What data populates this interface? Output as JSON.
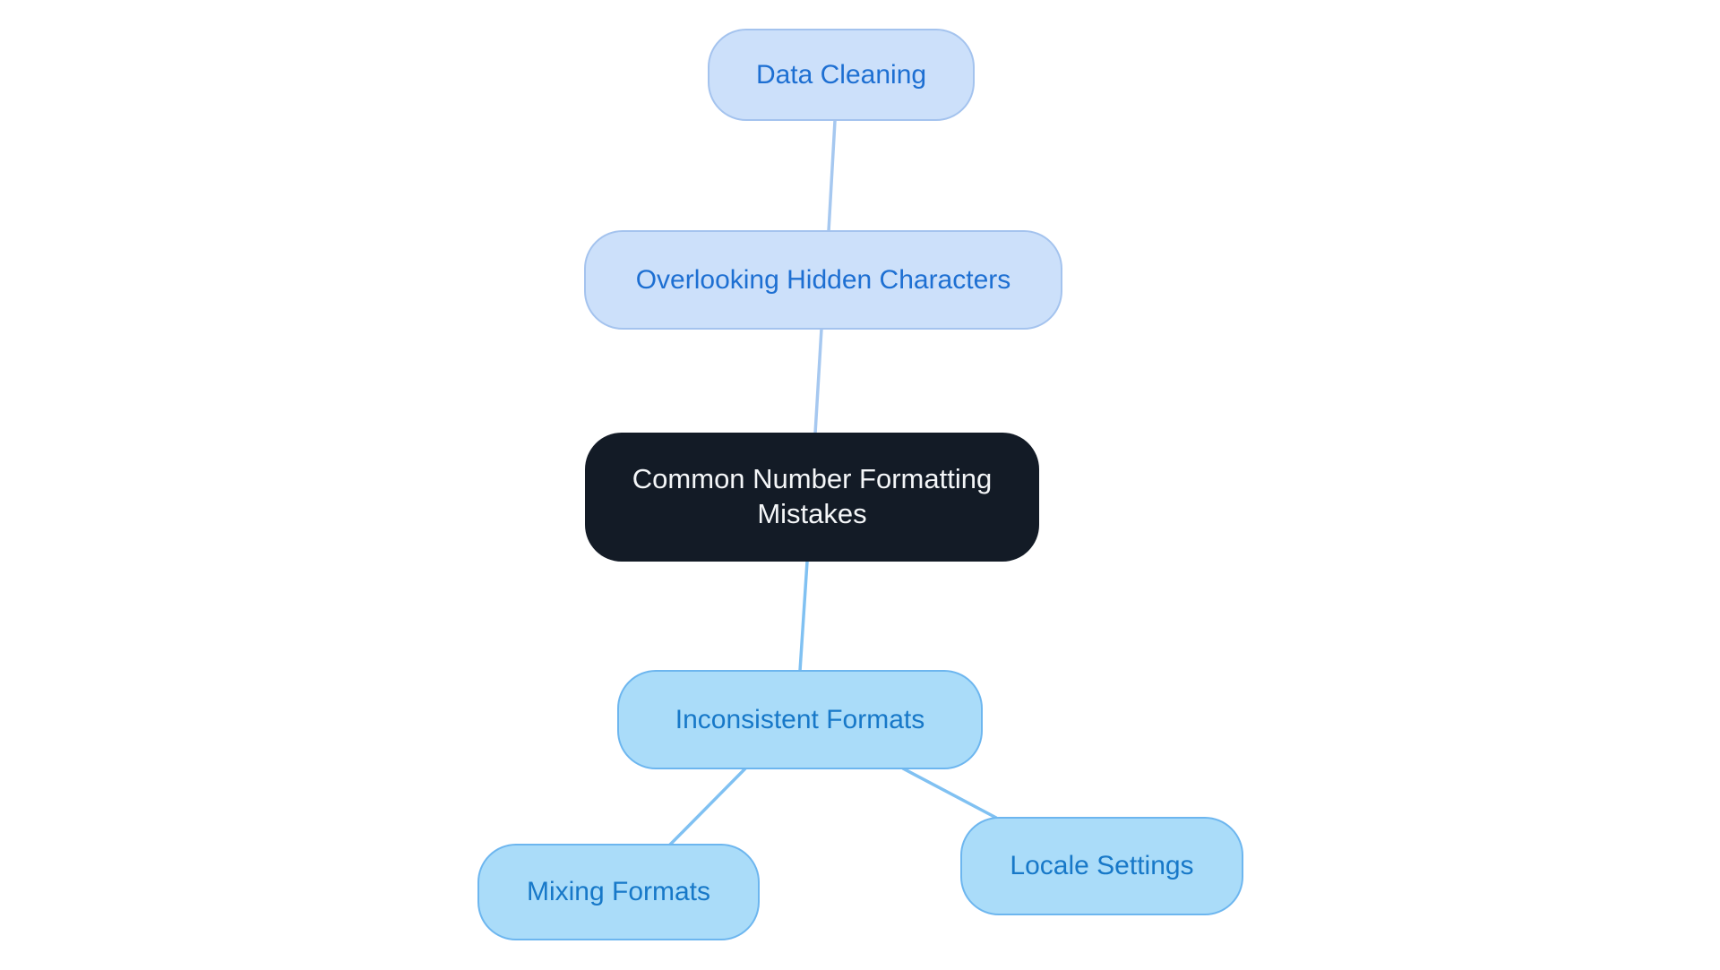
{
  "diagram": {
    "type": "mindmap",
    "nodes": {
      "data_cleaning": {
        "label": "Data Cleaning",
        "section": "top"
      },
      "overlooking": {
        "label": "Overlooking Hidden Characters",
        "section": "top"
      },
      "root": {
        "label": "Common Number Formatting Mistakes",
        "section": "root"
      },
      "inconsistent": {
        "label": "Inconsistent Formats",
        "section": "bottom"
      },
      "mixing": {
        "label": "Mixing Formats",
        "section": "bottom"
      },
      "locale": {
        "label": "Locale Settings",
        "section": "bottom"
      }
    },
    "edges": [
      {
        "from": "data_cleaning",
        "to": "overlooking",
        "section": "top"
      },
      {
        "from": "overlooking",
        "to": "root",
        "section": "top"
      },
      {
        "from": "root",
        "to": "inconsistent",
        "section": "bottom"
      },
      {
        "from": "inconsistent",
        "to": "mixing",
        "section": "bottom"
      },
      {
        "from": "inconsistent",
        "to": "locale",
        "section": "bottom"
      }
    ],
    "colors": {
      "background": "#ffffff",
      "top_section_fill": "#cce0fa",
      "top_section_border": "#a4c3ee",
      "top_section_text": "#1d6fd2",
      "top_section_edge": "#a6c8f0",
      "bottom_section_fill": "#aadcf9",
      "bottom_section_border": "#6db6ef",
      "bottom_section_text": "#1778c8",
      "bottom_section_edge": "#80c1f2",
      "root_fill": "#131b26",
      "root_text": "#f4f6f8"
    }
  }
}
